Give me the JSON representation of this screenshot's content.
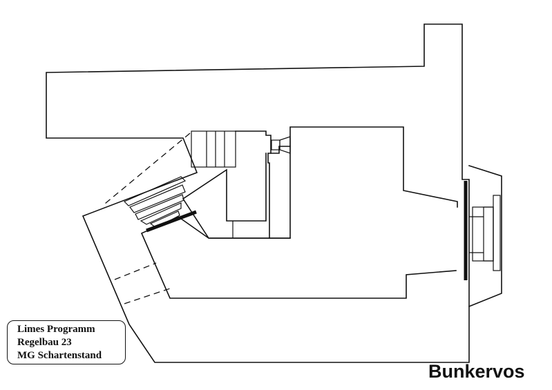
{
  "caption": {
    "lines": [
      "Limes Programm",
      "Regelbau 23",
      "MG Schartenstand"
    ]
  },
  "brand": "Bunkervos",
  "colors": {
    "ink": "#111111",
    "paper": "#ffffff"
  }
}
